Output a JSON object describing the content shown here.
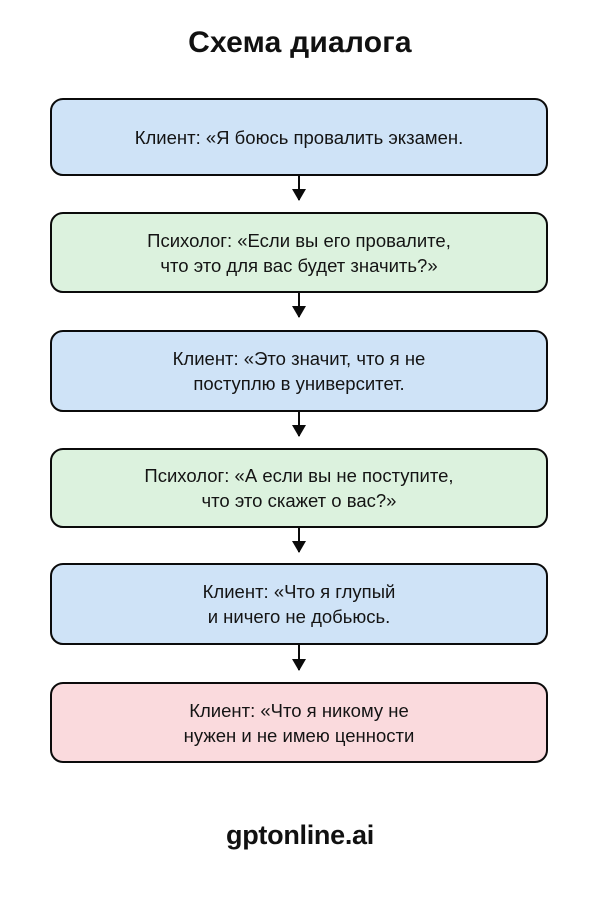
{
  "title": "Схема диалога",
  "footer": {
    "brand": "gptonline.ai"
  },
  "colors": {
    "client_box": "#cfe3f7",
    "therapist_box": "#dcf2de",
    "core_belief_box": "#fadadd",
    "border": "#0b0b0b",
    "background": "#ffffff",
    "text": "#141414"
  },
  "flow": {
    "nodes": [
      {
        "id": "node-1",
        "speaker": "Клиент",
        "color": "client_box",
        "text": "Клиент: «Я боюсь провалить экзамен."
      },
      {
        "id": "node-2",
        "speaker": "Психолог",
        "color": "therapist_box",
        "text": "Психолог: «Если вы его провалите,\nчто это для вас будет значить?»"
      },
      {
        "id": "node-3",
        "speaker": "Клиент",
        "color": "client_box",
        "text": "Клиент: «Это значит, что я не\nпоступлю в университет."
      },
      {
        "id": "node-4",
        "speaker": "Психолог",
        "color": "therapist_box",
        "text": "Психолог: «А если вы не поступите,\nчто это скажет о вас?»"
      },
      {
        "id": "node-5",
        "speaker": "Клиент",
        "color": "client_box",
        "text": "Клиент: «Что я глупый\nи ничего не добьюсь."
      },
      {
        "id": "node-6",
        "speaker": "Клиент",
        "color": "core_belief_box",
        "text": "Клиент: «Что я никому не\nнужен и не имею ценности"
      }
    ],
    "connectors": [
      {
        "id": "arrow-1",
        "from": "node-1",
        "to": "node-2"
      },
      {
        "id": "arrow-2",
        "from": "node-2",
        "to": "node-3"
      },
      {
        "id": "arrow-3",
        "from": "node-3",
        "to": "node-4"
      },
      {
        "id": "arrow-4",
        "from": "node-4",
        "to": "node-5"
      },
      {
        "id": "arrow-5",
        "from": "node-5",
        "to": "node-6"
      }
    ]
  }
}
